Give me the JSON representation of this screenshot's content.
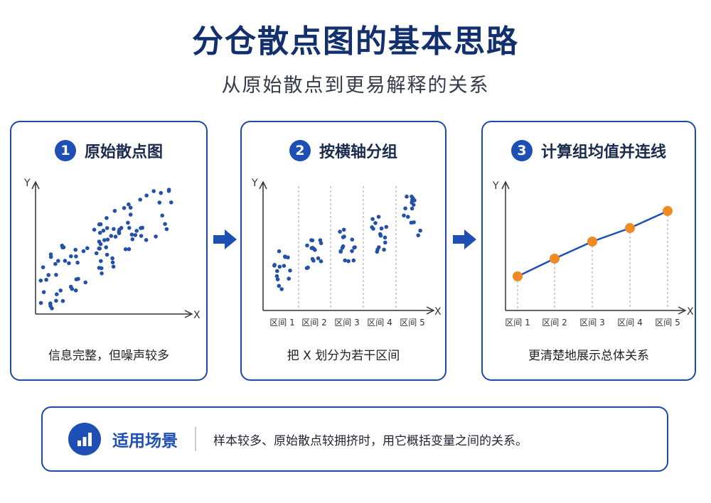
{
  "header": {
    "title": "分仓散点图的基本思路",
    "subtitle": "从原始散点到更易解释的关系"
  },
  "colors": {
    "primary": "#1e4fb4",
    "dots": "#2451a8",
    "accent": "#f08a24",
    "text_dark": "#12306e"
  },
  "cards": [
    {
      "number": "1",
      "title": "原始散点图",
      "caption": "信息完整，但噪声较多"
    },
    {
      "number": "2",
      "title": "按横轴分组",
      "caption": "把 X 划分为若干区间"
    },
    {
      "number": "3",
      "title": "计算组均值并连线",
      "caption": "更清楚地展示总体关系"
    }
  ],
  "axes": {
    "x": "X",
    "y": "Y"
  },
  "bins": [
    "区间 1",
    "区间 2",
    "区间 3",
    "区间 4",
    "区间 5"
  ],
  "footer": {
    "icon": "bar-chart-icon",
    "title": "适用场景",
    "text": "样本较多、原始散点较拥挤时，用它概括变量之间的关系。"
  }
}
